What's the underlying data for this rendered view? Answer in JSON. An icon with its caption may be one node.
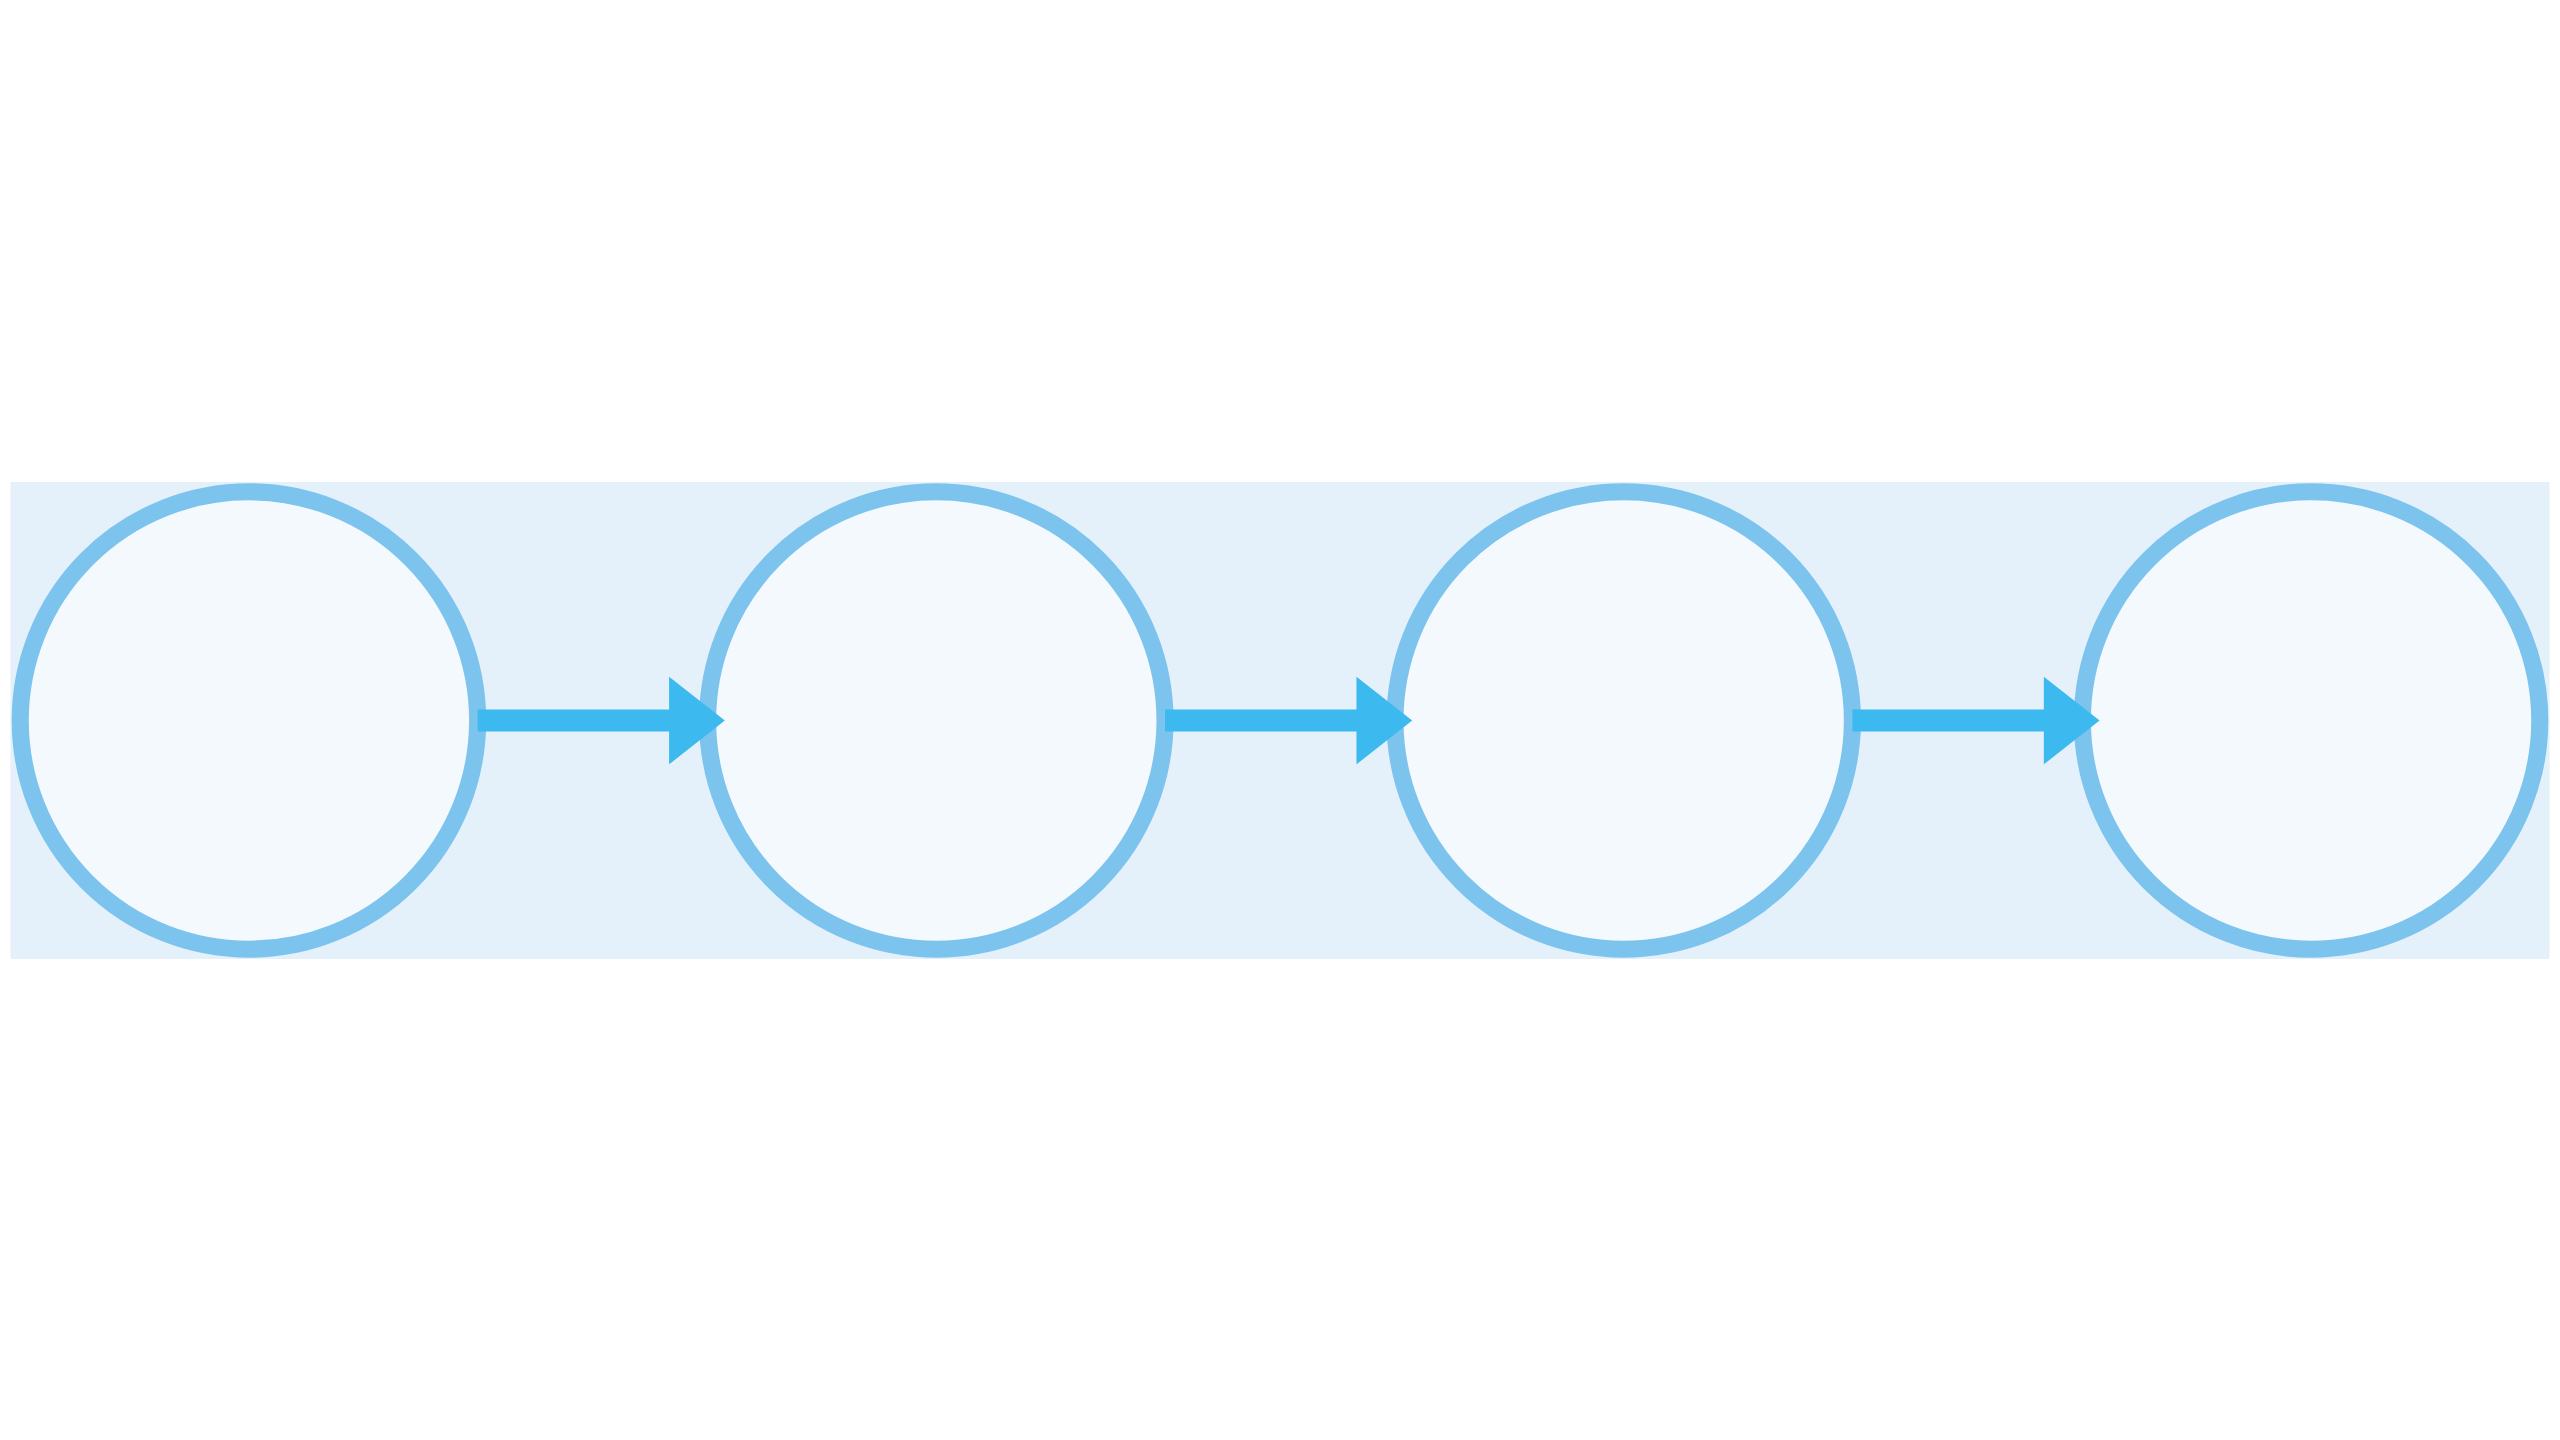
{
  "diagram": {
    "nodes": [
      {
        "text": [],
        "shape": "circle"
      },
      {
        "text": [],
        "shape": "circle"
      },
      {
        "text": [],
        "shape": "circle"
      },
      {
        "text": [],
        "shape": "circle"
      }
    ],
    "edges": [
      {
        "from": 0,
        "to": 1,
        "arrow": "to"
      },
      {
        "from": 1,
        "to": 2,
        "arrow": "to"
      },
      {
        "from": 2,
        "to": 3,
        "arrow": "to"
      }
    ]
  }
}
